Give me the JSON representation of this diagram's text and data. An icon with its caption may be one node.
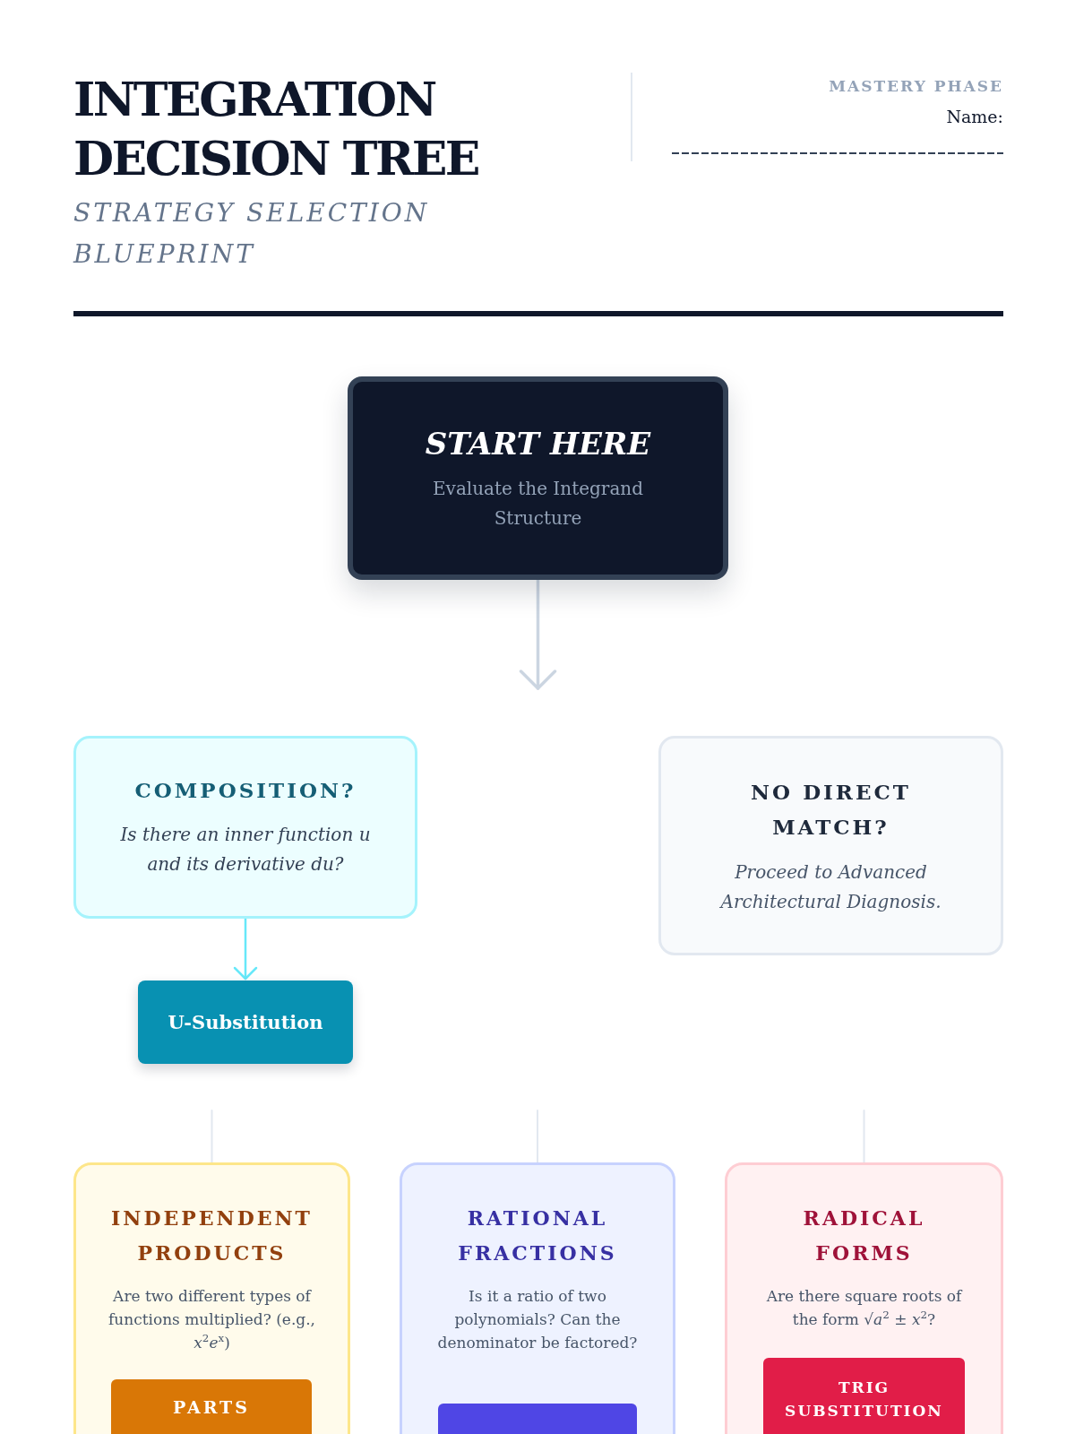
{
  "diagram": {
    "title": "INTEGRATION DECISION TREE",
    "nodes": [
      {
        "text": [
          "START HERE",
          "Evaluate the Integrand Structure"
        ]
      },
      {
        "text": [
          "COMPOSITION?",
          "Is there an inner function u and its derivative du?"
        ]
      },
      {
        "text": [
          "U-Substitution"
        ]
      },
      {
        "text": [
          "NO DIRECT MATCH?",
          "Proceed to Advanced Architectural Diagnosis."
        ]
      },
      {
        "text": [
          "INDEPENDENT PRODUCTS",
          "Are two different types of functions multiplied? (e.g., *x*$^{2}$*e*$^{x}$)"
        ]
      },
      {
        "text": [
          "PARTS"
        ],
        "in": 4
      },
      {
        "text": [
          "RATIONAL FRACTIONS",
          "Is it a ratio of two polynomials? Can the denominator be factored?"
        ]
      },
      {
        "text": [],
        "shape": "box",
        "in": 6
      },
      {
        "text": [
          "RADICAL FORMS",
          "Are there square roots of the form √*a*$^{2}$ ± *x*$^{2}$?"
        ]
      },
      {
        "text": [
          "TRIG SUBSTITUTION"
        ],
        "in": 8
      }
    ],
    "edges": [
      {
        "from": 0,
        "to": null,
        "arrow": "to",
        "color": "#cbd5e1"
      },
      {
        "from": 1,
        "to": 2,
        "arrow": "to",
        "color": "#67e8f9"
      },
      {
        "from": null,
        "to": 4,
        "arrow": "none"
      },
      {
        "from": null,
        "to": 6,
        "arrow": "none"
      },
      {
        "from": null,
        "to": 8,
        "arrow": "none"
      }
    ],
    "labels": [
      "STRATEGY SELECTION BLUEPRINT",
      "MASTERY PHASE",
      "Name:"
    ]
  }
}
